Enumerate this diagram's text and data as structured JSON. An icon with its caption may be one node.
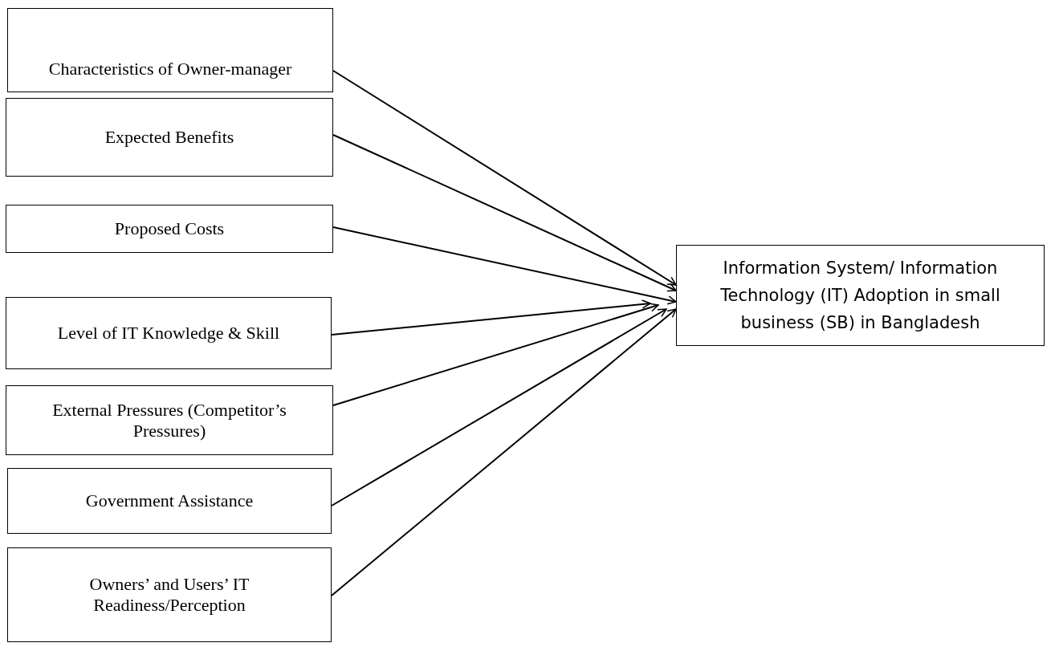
{
  "diagram": {
    "nodes": [
      {
        "text": [
          "Characteristics of Owner-manager"
        ]
      },
      {
        "text": [
          "Expected Benefits"
        ]
      },
      {
        "text": [
          "Proposed Costs"
        ]
      },
      {
        "text": [
          "Level of IT Knowledge & Skill"
        ]
      },
      {
        "text": [
          "External Pressures (Competitor’s Pressures)"
        ]
      },
      {
        "text": [
          "Government Assistance"
        ]
      },
      {
        "text": [
          "Owners’ and Users’ IT Readiness/Perception"
        ]
      },
      {
        "text": [
          "Information System/ Information Technology (IT) Adoption in small business (SB) in Bangladesh"
        ]
      }
    ],
    "edges": [
      {
        "from": 0,
        "to": 7,
        "arrow": "to"
      },
      {
        "from": 1,
        "to": 7,
        "arrow": "to"
      },
      {
        "from": 2,
        "to": 7,
        "arrow": "to"
      },
      {
        "from": 3,
        "to": 7,
        "arrow": "to"
      },
      {
        "from": 4,
        "to": 7,
        "arrow": "to"
      },
      {
        "from": 5,
        "to": 7,
        "arrow": "to"
      },
      {
        "from": 6,
        "to": 7,
        "arrow": "to"
      }
    ]
  }
}
